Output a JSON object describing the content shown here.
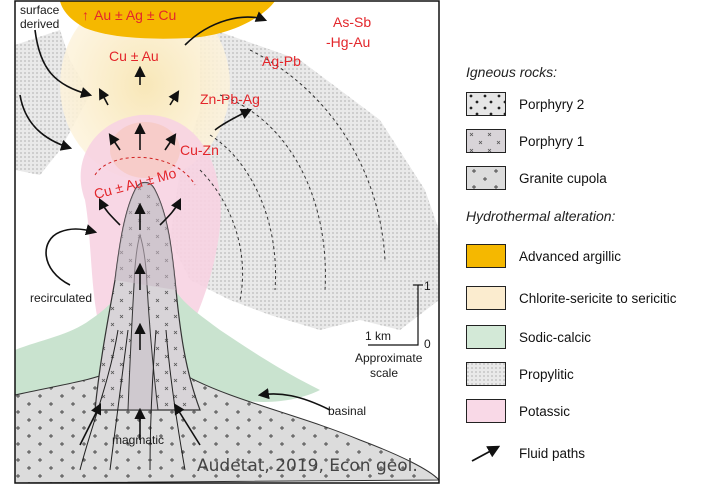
{
  "diagram": {
    "metal_labels": {
      "au_ag_cu": "Au ± Ag ± Cu",
      "cu_au": "Cu ± Au",
      "ag_pb": "Ag-Pb",
      "as_sb_hg_au_line1": "As-Sb",
      "as_sb_hg_au_line2": "-Hg-Au",
      "zn_pb_ag": "Zn-Pb-Ag",
      "cu_zn": "Cu-Zn",
      "cu_au_mo": "Cu ± Au ± Mo"
    },
    "fluid_labels": {
      "surface_line1": "surface",
      "surface_line2": "derived",
      "recirculated": "recirculated",
      "basinal": "basinal",
      "magmatic": "magmatic"
    },
    "scale_bar": {
      "vertical_tick": "1",
      "origin_tick": "0",
      "horizontal_label": "1 km",
      "caption_line1": "Approximate",
      "caption_line2": "scale"
    },
    "citation": "Audetat, 2019, Econ geol."
  },
  "legend": {
    "igneous_heading": "Igneous rocks:",
    "igneous_items": [
      {
        "label": "Porphyry 2",
        "pattern": "porphyry-2"
      },
      {
        "label": "Porphyry 1",
        "pattern": "porphyry-1"
      },
      {
        "label": "Granite cupola",
        "pattern": "granite-cupola"
      }
    ],
    "alteration_heading": "Hydrothermal alteration:",
    "alteration_items": [
      {
        "label": "Advanced argillic",
        "color": "#f5b800"
      },
      {
        "label": "Chlorite-sericite to sericitic",
        "color": "#fbeccf"
      },
      {
        "label": "Sodic-calcic",
        "color": "#d3e9d7"
      },
      {
        "label": "Propylitic",
        "color": "#eeeeee"
      },
      {
        "label": "Potassic",
        "color": "#f9d9e7"
      }
    ],
    "fluid_paths_label": "Fluid paths"
  },
  "colors": {
    "advanced_argillic": "#f5b800",
    "chlorite_sericite": "#fbeccf",
    "sodic_calcic": "#c9e3cf",
    "propylitic": "#e4e4e4",
    "potassic": "#f7d3e2",
    "porphyry": "#d6cfd5",
    "granite": "#dcdcdc",
    "label_red": "#e3262b"
  }
}
